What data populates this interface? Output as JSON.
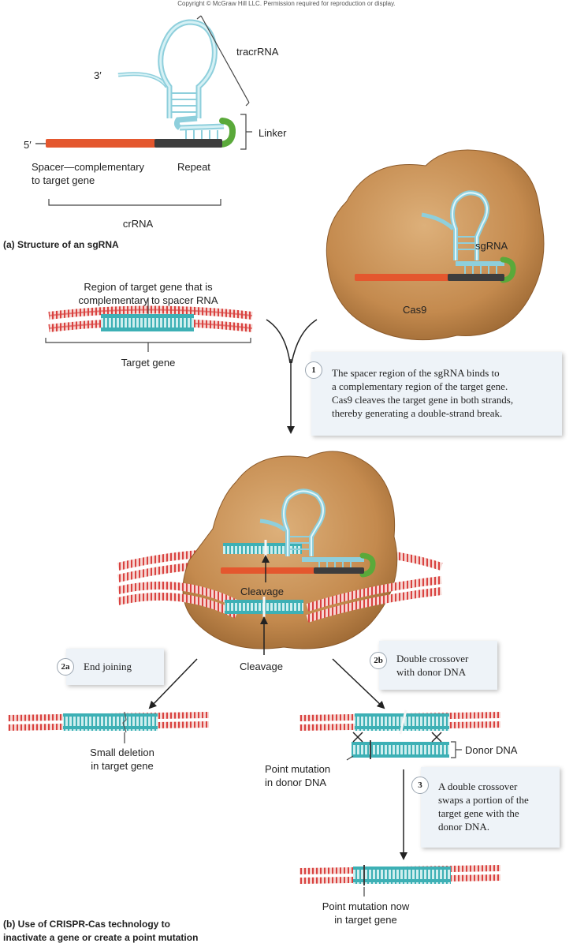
{
  "copyright": "Copyright © McGraw Hill LLC. Permission required for reproduction or display.",
  "panel_a": {
    "caption": "(a) Structure of an sgRNA",
    "tracrRNA": "tracrRNA",
    "linker": "Linker",
    "three_prime": "3′",
    "five_prime": "5′",
    "spacer_line1": "Spacer—complementary",
    "spacer_line2": "to target gene",
    "repeat": "Repeat",
    "crRNA": "crRNA"
  },
  "panel_b": {
    "caption_line1": "(b) Use of CRISPR-Cas technology to",
    "caption_line2": "inactivate a gene or create a point mutation",
    "sgRNA": "sgRNA",
    "cas9": "Cas9",
    "region_line1": "Region of target gene that is",
    "region_line2": "complementary to spacer RNA",
    "target_gene": "Target gene",
    "cleavage_top": "Cleavage",
    "cleavage_bottom": "Cleavage",
    "small_deletion_line1": "Small deletion",
    "small_deletion_line2": "in target gene",
    "donor_dna": "Donor DNA",
    "point_mutation_donor_line1": "Point mutation",
    "point_mutation_donor_line2": "in donor DNA",
    "point_mutation_now_line1": "Point mutation now",
    "point_mutation_now_line2": "in target gene"
  },
  "steps": {
    "step1": {
      "number": "1",
      "lines": [
        "The spacer region of the sgRNA binds to",
        "a complementary region of the target gene.",
        "Cas9 cleaves the target gene in both strands,",
        "thereby generating a double-strand break."
      ]
    },
    "step2a": {
      "number": "2a",
      "text": "End joining"
    },
    "step2b": {
      "number": "2b",
      "lines": [
        "Double crossover",
        "with donor DNA"
      ]
    },
    "step3": {
      "number": "3",
      "lines": [
        "A double crossover",
        "swaps a portion of the",
        "target gene with the",
        "donor DNA."
      ]
    }
  },
  "colors": {
    "spacer_rna": "#e4572e",
    "repeat_rna": "#3d3d3d",
    "tracr_rna": "#b9e2ea",
    "linker": "#5aa93a",
    "dna_red": "#d9413f",
    "dna_teal": "#3db0b5",
    "cas9": "#c8925a",
    "box_bg": "#eef3f8"
  }
}
